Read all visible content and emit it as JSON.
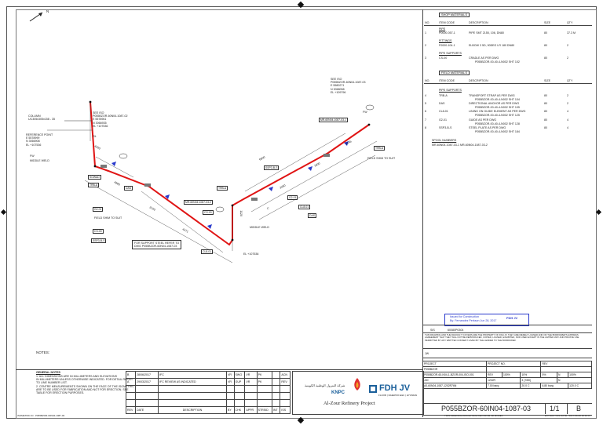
{
  "north": "N",
  "bom": {
    "shop_header": "SHOP MATERIALS",
    "field_header": "FIELD MATERIALS",
    "col_no": "NO.",
    "col_code": "ITEM CODE",
    "col_desc": "DESCRIPTION",
    "col_size": "SIZE",
    "col_qty": "QTY",
    "pipe_label": "PIPE",
    "fittings_label": "FITTINGS",
    "pipe_supports_label": "PIPE SUPPORTS",
    "shop_rows": [
      {
        "no": "1",
        "code": "P0000-057-1",
        "desc": "PIPE SMT 2155, 106, DN80",
        "size": "80",
        "qty": "37.3 M"
      },
      {
        "no": "2",
        "code": "F0000-104-1",
        "desc": "ELBOW 3 5D, 90DEG LR 180 DN80",
        "size": "80",
        "qty": "2"
      },
      {
        "no": "3",
        "code": "CS-00",
        "desc": "CRADLE AS PER DWG",
        "desc2": "P055BZOR-00-40-4-N002 SHT 102",
        "size": "80",
        "qty": "2"
      }
    ],
    "field_rows": [
      {
        "no": "4",
        "code": "TRB-A",
        "desc": "TRANSPORT STRAP AS PER DWG",
        "desc2": "P055BZOR-00-40-4-N002 SHT 104",
        "size": "80",
        "qty": "2"
      },
      {
        "no": "5",
        "code": "DAS",
        "desc": "DIRECTIONAL ANCHOR AS PER DWG",
        "desc2": "P055BZOR-00-40-4-N002 SHT 105",
        "size": "80",
        "qty": "2"
      },
      {
        "no": "6",
        "code": "CL8-01",
        "desc": "LINING ON GUIDE ELEMENT AS PER DWG",
        "desc2": "P055BZOR-00-40-4-N002 SHT 125",
        "size": "80",
        "qty": "4"
      },
      {
        "no": "7",
        "code": "G2-01",
        "desc": "GUIDE AS PER DWG",
        "desc2": "P055BZOR-00-40-4-N002 SHT 128",
        "size": "80",
        "qty": "4"
      },
      {
        "no": "8",
        "code": "SSP3-B-S",
        "desc": "STEEL PLATE AS PER DWG",
        "desc2": "P055BZOR-00-40-4-N002 SHT 184",
        "size": "80",
        "qty": "4"
      }
    ],
    "spool_header": "SPOOL NUMBERS",
    "spool_text": "MR-60N04-1087-03-1 MR-60N04-1087-03-2"
  },
  "drawing": {
    "see_iso_right": "SEE ISO",
    "see_iso_right_ref": "P055BZOR-60N04-1087-03",
    "see_iso_right_e": "E 5580271",
    "see_iso_right_n": "N 3068058",
    "see_iso_right_el": "EL +109796",
    "see_iso_left": "SEE ISO",
    "see_iso_left_ref": "P055BZOR-60N04-1087-02",
    "see_iso_left_e": "E 5578961",
    "see_iso_left_n": "N 3066935",
    "see_iso_left_el": "EL +107536",
    "column": "COLUMN",
    "column_ref": "UC305x305x158 - 35",
    "ref_point": "REFERENCE POINT",
    "ref_e": "E 5578999",
    "ref_n": "N 3066908",
    "ref_el": "EL +107536",
    "field_weld": "FW",
    "middle_weld_1": "MIDDLE WELD",
    "middle_weld_2": "MIDDLE WELD",
    "fw_right": "FW",
    "gl_left": "GL",
    "c_label": "C",
    "field_shim_1": "FIELD SHIM TO SUIT",
    "field_shim_2": "FIELD SHIM TO SUIT",
    "support_note_1": "FOR SUPPORT STEEL REFER TO",
    "support_note_2": "DWG P055BZOR-60N04-1087-03",
    "spool_tag_left": "MR-60N04-1087-03-1",
    "spool_tag_mid": "MR-60N04-1087-03-2",
    "el_bottom": "EL +107536",
    "dims": [
      "4980",
      "3150",
      "4471",
      "3280",
      "1800",
      "2145",
      "4200",
      "6800",
      "1120"
    ],
    "tags": [
      "SOWAD",
      "TRB-A",
      "DAS",
      "G2-01",
      "SSP3-B-S",
      "CL8-01",
      "CS-00",
      "TRB-A",
      "SSP3-B-S",
      "G2-01",
      "CL8-01",
      "DAS",
      "TRB-A",
      "CS-00"
    ]
  },
  "notes_label": "NOTES:",
  "general_notes": {
    "title": "GENERAL NOTES",
    "lines": [
      "1. ALL DIMENSIONS ARE IN MILLIMETERS AND ELEVATIONS",
      "   IN MILLIMETERS UNLESS OTHERWISE INDICATED. FOR DETAIL REFER",
      "   TO LINE NUMBER LIST.",
      "2. CENTRE MEASUREMENTS SHOWN ON THE FACE OF THE ISOMETRIC",
      "   ARE TO BE USED FOR FABRICATION AND NOT FOR ERECTION. SEE",
      "   TABLE FOR ERECTION PURPOSES."
    ]
  },
  "revisions": {
    "rows": [
      {
        "rev": "B",
        "date": "28/06/2017",
        "desc": "IFC",
        "by": "VR",
        "chk": "SWG",
        "app": "VR",
        "appr": "PK",
        "client": "",
        "approv": "ACN"
      },
      {
        "rev": "A",
        "date": "29/03/2017",
        "desc": "IFC REVIEW AS INDICATED",
        "by": "VR",
        "chk": "GUP",
        "app": "VR",
        "appr": "PK",
        "client": "",
        "approv": "REV"
      }
    ],
    "headers": [
      "REV",
      "DATE",
      "DESCRIPTION",
      "BY",
      "CHK",
      "APPR",
      "STRSID",
      "INT",
      "ISS"
    ]
  },
  "logos": {
    "knpc_arabic": "شركة البترول الوطنية الكويتية",
    "knpc": "KNPC",
    "fdh": "FDH JV",
    "fdh_sub": "FLUOR | DAEWOO E&C | HYUNDAI",
    "project": "Al-Zour Refinery Project"
  },
  "stamp": {
    "title": "Issued for Construction",
    "by": "By: Fernandez Perkson Jun 28, 2017",
    "logo": "FDH JV"
  },
  "title_block": {
    "row1_a": "SIS",
    "row1_b": "60080P0304",
    "disclaimer": "THIS DRAWING AND THE DESIGN IT COVERS ARE THE PROPERTY OF FDH JV. THEY ARE MERELY LOANED AND ON THE BORROWER'S EXPRESS AGREEMENT THAT THEY WILL NOT BE REPRODUCED, COPIED, LOANED, EXHIBITED, NOR USED EXCEPT IN THE LIMITED WAY AND PRIVATE USE PERMITTED BY ANY WRITTEN CONSENT GIVEN BY THE LENDER TO THE BORROWER.",
    "area": "JW",
    "project_no_label": "PROJECT NO.",
    "project_label": "PROJECT",
    "plant_label": "P055BZOR",
    "dwg_ref": "P055BZOR-60-N04-1-BZOR-004-ISO-001",
    "rev_b": "REV",
    "line_row": "J40",
    "spec": "1202R",
    "spec_b": "3 (7/80)",
    "insulation": "N",
    "material": "A0-60N04-1087-1202R76N",
    "design_p": "7.00 barg",
    "design_t": "20.0 C",
    "test_p": "6.80 barg",
    "test_t": "120.0 C",
    "pct1": "100%",
    "pct2": "10%",
    "pct3": "5%",
    "pct4": "100%",
    "n1": "N",
    "drawing_no": "P055BZOR-60IN04-1087-03",
    "sheet": "1/1",
    "rev": "B",
    "footer": "THIS DRAWING WAS EXTRACTED FROM 3D MODEL",
    "extraction": "EXTRACTION DATE : 2017-06-28 16:14:07"
  },
  "footer_left": "ISOMETRIC ID : P055BZOR-60N04-1087-03"
}
